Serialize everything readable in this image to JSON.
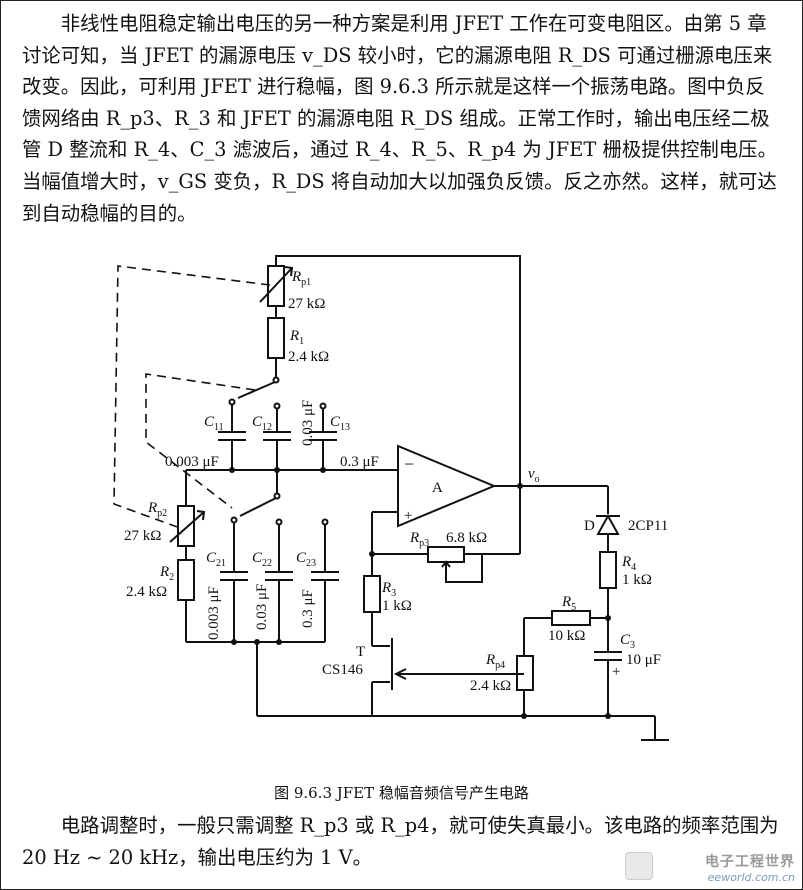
{
  "paragraph_top": "非线性电阻稳定输出电压的另一种方案是利用 JFET 工作在可变电阻区。由第 5 章讨论可知，当 JFET 的漏源电压 v_DS 较小时，它的漏源电阻 R_DS 可通过栅源电压来改变。因此，可利用 JFET 进行稳幅，图 9.6.3 所示就是这样一个振荡电路。图中负反馈网络由 R_p3、R_3 和 JFET 的漏源电阻 R_DS 组成。正常工作时，输出电压经二极管 D 整流和 R_4、C_3 滤波后，通过 R_4、R_5、R_p4 为 JFET 栅极提供控制电压。当幅值增大时，v_GS 变负，R_DS 将自动加大以加强负反馈。反之亦然。这样，就可达到自动稳幅的目的。",
  "caption": "图 9.6.3   JFET 稳幅音频信号产生电路",
  "paragraph_bottom": "电路调整时，一般只需调整 R_p3 或 R_p4，就可使失真最小。该电路的频率范围为 20 Hz ~ 20 kHz，输出电压约为 1 V。",
  "circuit": {
    "rp1": {
      "name": "R",
      "sub": "p1",
      "value": "27 kΩ"
    },
    "r1": {
      "name": "R",
      "sub": "1",
      "value": "2.4 kΩ"
    },
    "c11": {
      "name": "C",
      "sub": "11"
    },
    "c12": {
      "name": "C",
      "sub": "12"
    },
    "c13": {
      "name": "C",
      "sub": "13"
    },
    "c1_values": [
      "0.003 μF",
      "0.03 μF",
      "0.3 μF"
    ],
    "rp2": {
      "name": "R",
      "sub": "p2",
      "value": "27 kΩ"
    },
    "r2": {
      "name": "R",
      "sub": "2",
      "value": "2.4 kΩ"
    },
    "c21": {
      "name": "C",
      "sub": "21"
    },
    "c22": {
      "name": "C",
      "sub": "22"
    },
    "c23": {
      "name": "C",
      "sub": "23"
    },
    "c2_values": [
      "0.003 μF",
      "0.03 μF",
      "0.3 μF"
    ],
    "opamp": "A",
    "minus": "−",
    "plus": "+",
    "vo": {
      "name": "v",
      "sub": "o"
    },
    "rp3": {
      "name": "R",
      "sub": "p3",
      "value": "6.8 kΩ"
    },
    "r3": {
      "name": "R",
      "sub": "3",
      "value": "1 kΩ"
    },
    "jfet": {
      "ref": "T",
      "part": "CS146"
    },
    "diode": {
      "ref": "D",
      "part": "2CP11"
    },
    "r4": {
      "name": "R",
      "sub": "4",
      "value": "1 kΩ"
    },
    "r5": {
      "name": "R",
      "sub": "5",
      "value": "10 kΩ"
    },
    "rp4": {
      "name": "R",
      "sub": "p4",
      "value": "2.4 kΩ"
    },
    "c3": {
      "name": "C",
      "sub": "3",
      "value": "10 μF",
      "polarity": "+"
    }
  },
  "watermark": {
    "cn": "电子工程世界",
    "en": "eeworld.com.cn"
  }
}
